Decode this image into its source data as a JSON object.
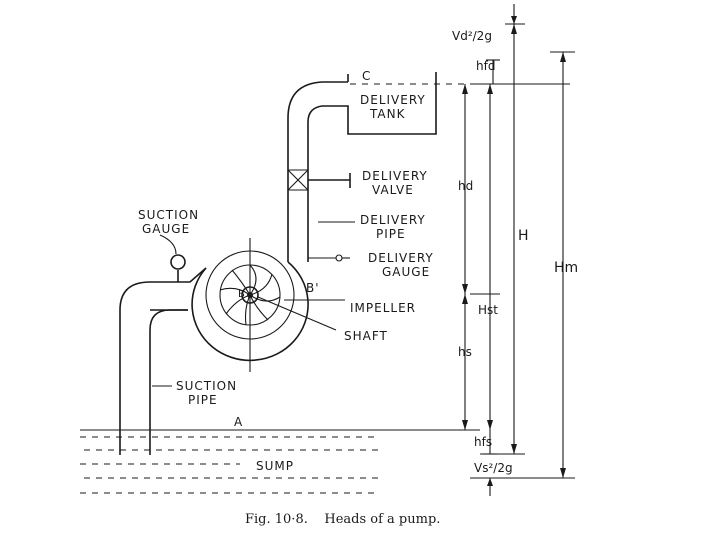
{
  "figure": {
    "caption_number": "Fig. 10·8.",
    "caption_text": "Heads of a pump.",
    "labels": {
      "point_c": "C",
      "point_a": "A",
      "point_b": "B",
      "point_b_prime": "B'",
      "delivery_tank_1": "DELIVERY",
      "delivery_tank_2": "TANK",
      "delivery_valve_1": "DELIVERY",
      "delivery_valve_2": "VALVE",
      "delivery_pipe_1": "DELIVERY",
      "delivery_pipe_2": "PIPE",
      "delivery_gauge_1": "DELIVERY",
      "delivery_gauge_2": "GAUGE",
      "suction_gauge_1": "SUCTION",
      "suction_gauge_2": "GAUGE",
      "impeller": "IMPELLER",
      "shaft": "SHAFT",
      "suction_pipe_1": "SUCTION",
      "suction_pipe_2": "PIPE",
      "sump": "SUMP"
    },
    "dimensions": {
      "vd_head": "Vd²/2g",
      "hfd": "hfd",
      "hd": "hd",
      "hst": "Hst",
      "hs": "hs",
      "H": "H",
      "Hm": "Hm",
      "hfs": "hfs",
      "vs_head": "Vs²/2g"
    }
  }
}
